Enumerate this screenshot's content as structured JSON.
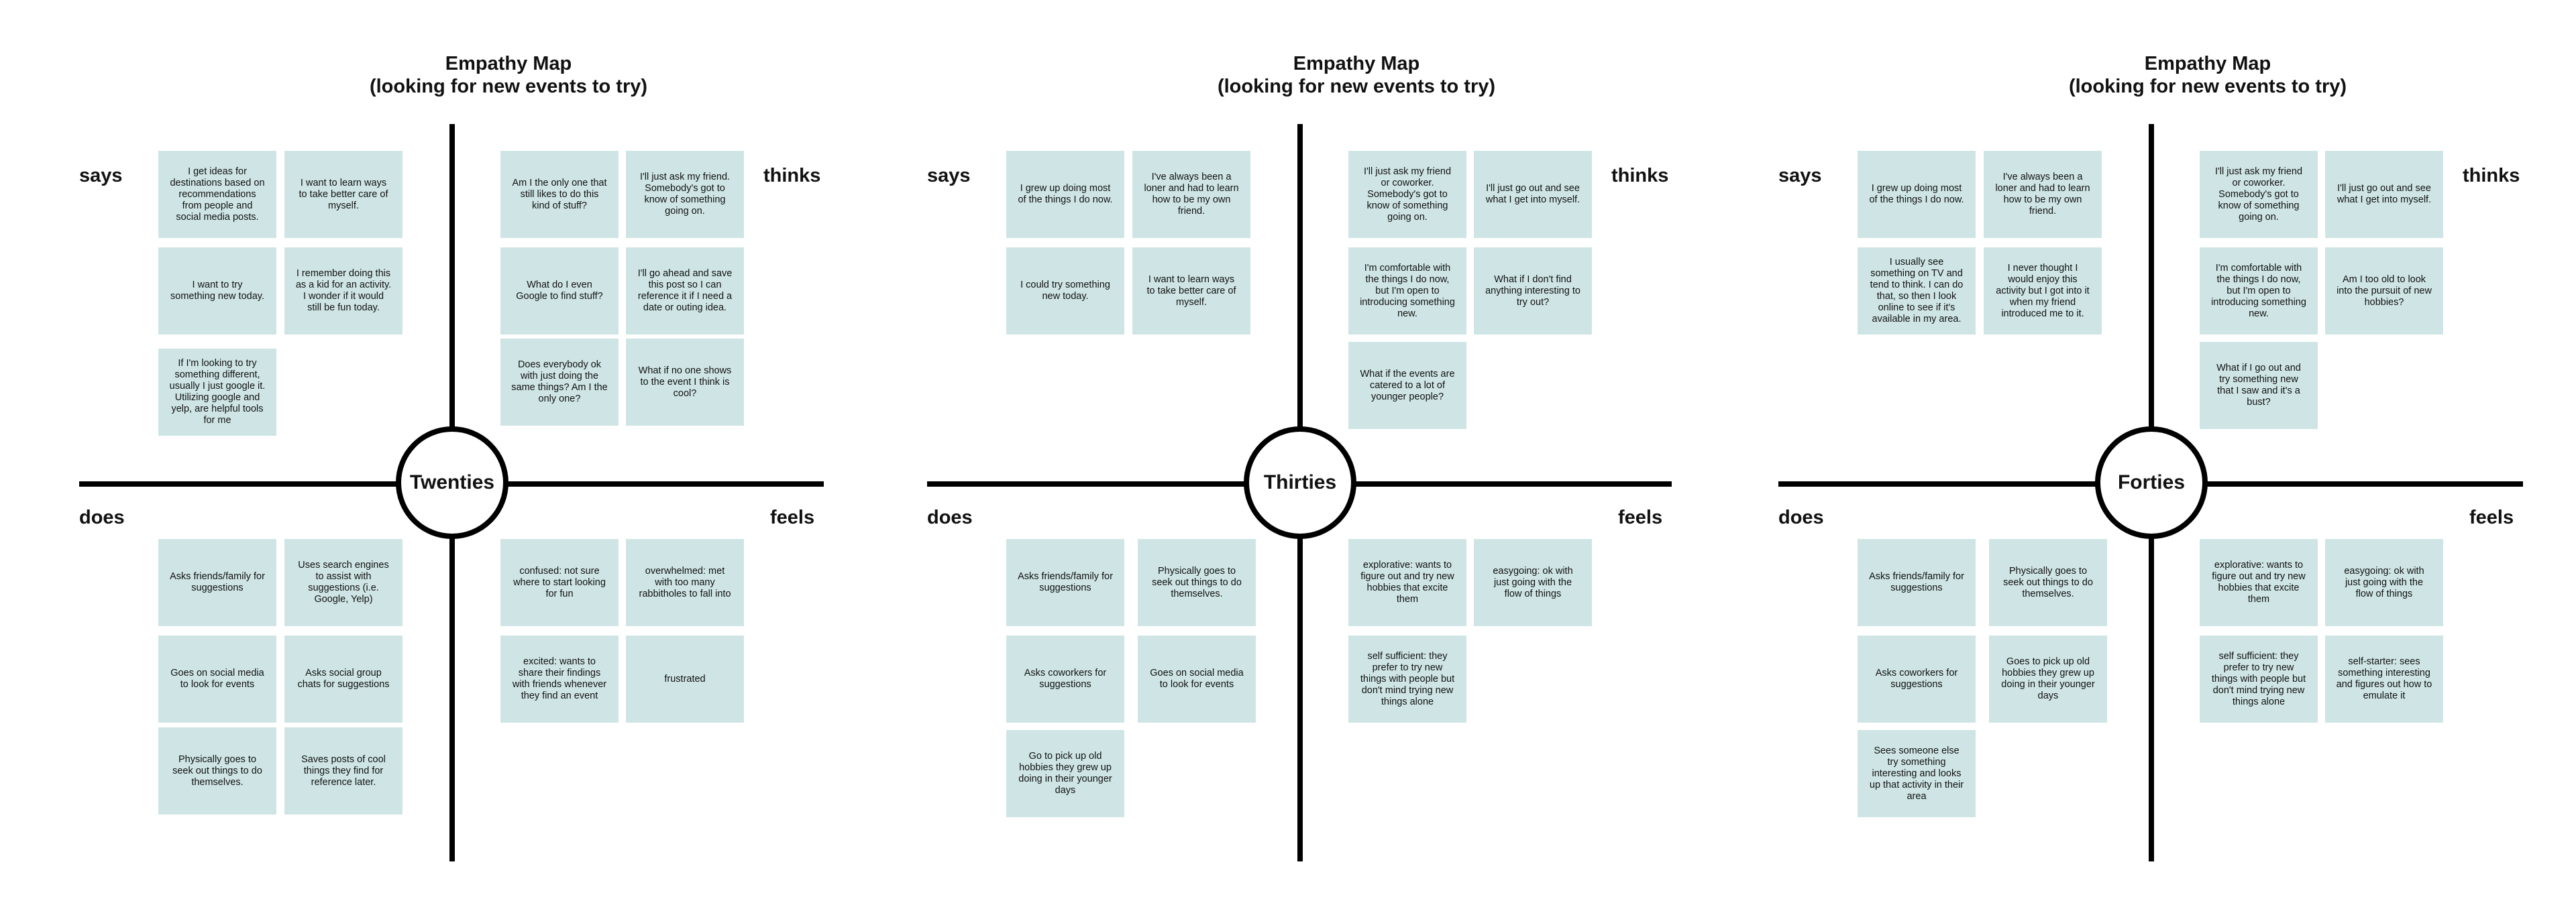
{
  "maps": [
    {
      "title_line1": "Empathy Map",
      "title_line2": "(looking for new events to try)",
      "center_label": "Twenties",
      "labels": {
        "says": "says",
        "thinks": "thinks",
        "does": "does",
        "feels": "feels"
      },
      "says": [
        "I get ideas for destinations based on recommendations from people and social media posts.",
        "I want to learn ways to take better care of myself.",
        "I want to try something new today.",
        "I remember doing this as a kid for an activity. I wonder if it would still be fun today.",
        "If I'm looking to try something different, usually I just google it. Utilizing google and yelp, are helpful tools for me"
      ],
      "thinks": [
        "Am I the only one that still likes to do this kind of stuff?",
        "I'll just ask my friend. Somebody's got to know of something going on.",
        "What do I even Google to find stuff?",
        "I'll go ahead and save this post so I can reference it if I need a date or outing idea.",
        "Does everybody ok with just doing the same things? Am I the only one?",
        "What if no one shows to the event I think is cool?"
      ],
      "does": [
        "Asks friends/family for suggestions",
        "Uses search engines to assist with suggestions (i.e. Google, Yelp)",
        "Goes on social media to look for events",
        "Asks social group chats for suggestions",
        "Physically goes to seek out things to do themselves.",
        "Saves posts of cool things they find for reference later."
      ],
      "feels": [
        "confused: not sure where to start looking for fun",
        "overwhelmed: met with too many rabbitholes to fall into",
        "excited: wants to share their findings with friends whenever they find an event",
        "frustrated"
      ]
    },
    {
      "title_line1": "Empathy Map",
      "title_line2": "(looking for new events to try)",
      "center_label": "Thirties",
      "labels": {
        "says": "says",
        "thinks": "thinks",
        "does": "does",
        "feels": "feels"
      },
      "says": [
        "I grew up doing most of the things I do now.",
        "I've always been a loner and had to learn how to be my own friend.",
        "I could try something new today.",
        "I want to learn ways to take better care of myself."
      ],
      "thinks": [
        "I'll just ask my friend or coworker. Somebody's got to know of something going on.",
        "I'll just go out and see what I get into myself.",
        "I'm comfortable with the things I do now, but I'm open to introducing something new.",
        "What if I don't find anything interesting to try out?",
        "What if the events are catered to a lot of younger people?"
      ],
      "does": [
        "Asks friends/family for suggestions",
        "Physically goes to seek out things to do themselves.",
        "Asks coworkers for suggestions",
        "Goes on social media to look for events",
        "Go to pick up old hobbies they grew up doing in their younger days"
      ],
      "feels": [
        "explorative: wants to figure out and try new hobbies that excite them",
        "easygoing: ok with just going with the flow of things",
        "self sufficient: they prefer to try new things with people but don't mind trying new things alone"
      ]
    },
    {
      "title_line1": "Empathy Map",
      "title_line2": "(looking for new events to try)",
      "center_label": "Forties",
      "labels": {
        "says": "says",
        "thinks": "thinks",
        "does": "does",
        "feels": "feels"
      },
      "says": [
        "I grew up doing most of the things I do now.",
        "I've always been a loner and had to learn how to be my own friend.",
        "I usually see something on TV and tend to think. I can do that, so then I look online to see if it's available in my area.",
        "I never thought I would enjoy this activity but I got into it when my friend introduced me to it."
      ],
      "thinks": [
        "I'll just ask my friend or coworker. Somebody's got to know of something going on.",
        "I'll just go out and see what I get into myself.",
        "I'm comfortable with the things I do now, but I'm open to introducing something new.",
        "Am I too old to look into the pursuit of new hobbies?",
        "What if I go out and try something new that I saw and it's a bust?"
      ],
      "does": [
        "Asks friends/family for suggestions",
        "Physically goes to seek out things to do themselves.",
        "Asks coworkers for suggestions",
        "Goes to pick up old hobbies they grew up doing in their younger days",
        "Sees someone else try something interesting and looks up that activity in their area"
      ],
      "feels": [
        "explorative: wants to figure out and try new hobbies that excite them",
        "easygoing: ok with just going with the flow of things",
        "self sufficient: they prefer to try new things with people but don't mind trying new things alone",
        "self-starter: sees something interesting and figures out how to emulate it"
      ]
    }
  ]
}
